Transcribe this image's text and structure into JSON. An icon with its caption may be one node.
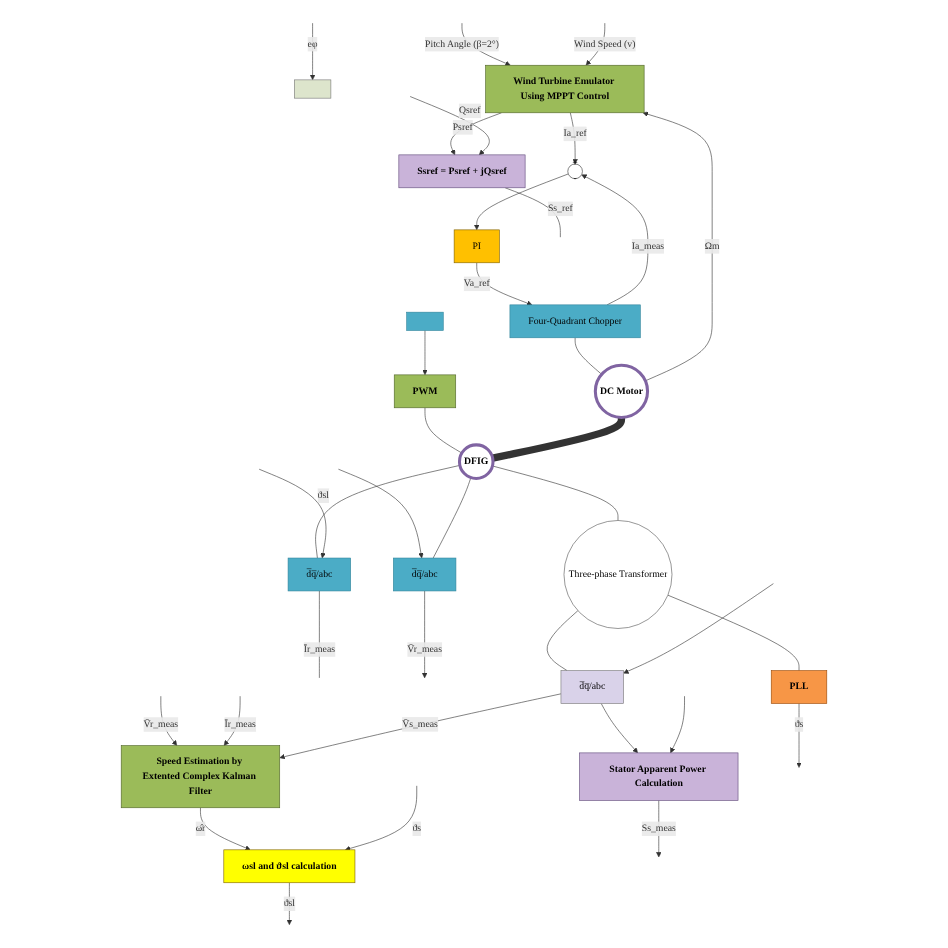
{
  "diagram": {
    "nodes": [
      {
        "text": [],
        "shape": "box"
      },
      {
        "text": [
          "PWM"
        ]
      },
      {
        "text": [],
        "shape": "box"
      },
      {
        "text": [
          "Ssref = Psref + jQsref"
        ]
      },
      {
        "text": [
          "d̅q̅/abc"
        ]
      },
      {
        "text": [
          "Wind Turbine Emulator Using MPPT Control"
        ]
      },
      {
        "text": [
          "d̅q̅/abc"
        ]
      },
      {
        "text": [
          "+",
          "-"
        ]
      },
      {
        "text": [
          "PI"
        ]
      },
      {
        "text": [
          "Four-Quadrant Chopper"
        ]
      },
      {
        "text": [
          "DC Motor"
        ]
      },
      {
        "text": [
          "DFIG"
        ]
      },
      {
        "text": [
          "Three-phase Transformer"
        ]
      },
      {
        "text": [
          "ωsl and ϑsl calculation"
        ]
      },
      {
        "text": [
          "Speed Estimation by Extented Complex Kalman Filter"
        ]
      },
      {
        "text": [
          "d̅q̅/abc"
        ]
      },
      {
        "text": [
          "PLL"
        ]
      },
      {
        "text": [
          "Stator Apparent Power Calculation"
        ]
      }
    ],
    "edges": [
      {
        "from": 0,
        "to": 1,
        "arrow": "to"
      },
      {
        "from": null,
        "to": 2,
        "label": "eφ",
        "arrow": "to"
      },
      {
        "from": 3,
        "to": null,
        "label": "Ss_ref",
        "arrow": "none"
      },
      {
        "from": 4,
        "to": null,
        "label": "Īr_meas",
        "arrow": "none"
      },
      {
        "from": 1,
        "to": 11,
        "arrow": "none"
      },
      {
        "from": 11,
        "to": 4,
        "arrow": "none"
      },
      {
        "from": 5,
        "to": 3,
        "label": "Psref",
        "arrow": "to"
      },
      {
        "from": null,
        "to": 3,
        "label": "Qsref",
        "arrow": "to"
      },
      {
        "from": null,
        "to": 4,
        "label": "ϑsl",
        "arrow": "to"
      },
      {
        "from": null,
        "to": 6,
        "arrow": "to"
      },
      {
        "from": null,
        "to": 5,
        "label": "Pitch Angle (β=2°)",
        "arrow": "to"
      },
      {
        "from": null,
        "to": 5,
        "label": "Wind Speed (v)",
        "arrow": "to"
      },
      {
        "from": 11,
        "to": 6,
        "arrow": "none"
      },
      {
        "from": 6,
        "to": null,
        "label": "V̄r_meas",
        "arrow": "to"
      },
      {
        "from": 10,
        "to": 5,
        "label": "Ωm",
        "arrow": "to"
      },
      {
        "from": 5,
        "to": 7,
        "label": "Ia_ref",
        "arrow": "to"
      },
      {
        "from": 7,
        "to": 8,
        "arrow": "to"
      },
      {
        "from": 8,
        "to": 9,
        "label": "Va_ref",
        "arrow": "to"
      },
      {
        "from": 9,
        "to": 10,
        "arrow": "none"
      },
      {
        "from": 9,
        "to": 7,
        "label": "Ia_meas",
        "arrow": "to"
      },
      {
        "from": 10,
        "to": 11,
        "arrow": "none",
        "style": "thick"
      },
      {
        "from": 11,
        "to": 12,
        "arrow": "none"
      },
      {
        "from": 12,
        "to": 15,
        "arrow": "none"
      },
      {
        "from": 12,
        "to": 16,
        "arrow": "none"
      },
      {
        "from": 14,
        "to": 13,
        "label": "ω̂r",
        "arrow": "to"
      },
      {
        "from": 13,
        "to": null,
        "label": "ϑsl",
        "arrow": "to"
      },
      {
        "from": null,
        "to": 13,
        "label": "ϑs",
        "arrow": "to"
      },
      {
        "from": null,
        "to": 14,
        "label": "V̄r_meas",
        "arrow": "to"
      },
      {
        "from": null,
        "to": 14,
        "label": "Īr_meas",
        "arrow": "to"
      },
      {
        "from": 15,
        "to": 14,
        "label": "V̄s_meas",
        "arrow": "to"
      },
      {
        "from": 15,
        "to": 17,
        "arrow": "to"
      },
      {
        "from": 16,
        "to": null,
        "label": "ϑs",
        "arrow": "to"
      },
      {
        "from": null,
        "to": 15,
        "arrow": "to"
      },
      {
        "from": 17,
        "to": null,
        "label": "Ss_meas",
        "arrow": "to"
      },
      {
        "from": null,
        "to": 17,
        "arrow": "to"
      }
    ]
  }
}
